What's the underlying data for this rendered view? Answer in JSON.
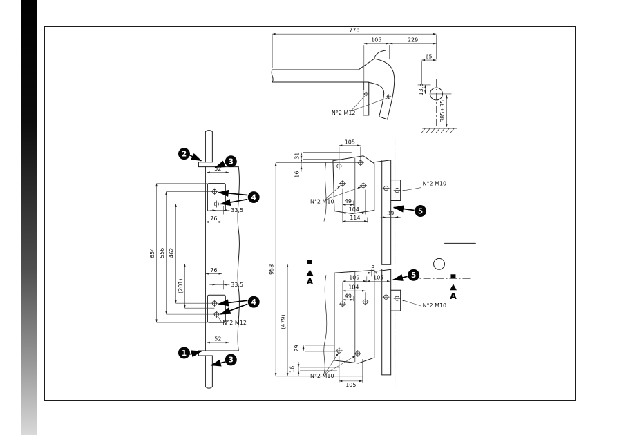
{
  "page": {
    "bg": "#ffffff",
    "frame_border": "#1b1b1b"
  },
  "strip": {
    "top_color": "#000000",
    "bottom_color": "#d9d9d9"
  },
  "callouts": {
    "n1": "1",
    "n2": "2",
    "n3": "3",
    "n4": "4",
    "n5": "5"
  },
  "section_label": "A",
  "top_view": {
    "d778": "778",
    "d105": "105",
    "d229": "229",
    "d65": "65",
    "d13_5": "13,5",
    "d385": "385±35",
    "bolt_label": "N°2 M12"
  },
  "left_view": {
    "d52_top": "52",
    "d33_5_top": "33,5",
    "d76_top": "76",
    "d76_bot": "76",
    "d33_5_bot": "33,5",
    "d52_bot": "52",
    "d654": "654",
    "d556": "556",
    "d462": "462",
    "d201": "(201)",
    "bolt_label": "N°2 M12"
  },
  "center_view": {
    "d958": "958",
    "d479": "(479)",
    "d105_top": "105",
    "d31": "31",
    "d16_top": "16",
    "d49_top": "49",
    "d104_top": "104",
    "d114": "114",
    "d39": "39",
    "d5": "5",
    "d109": "109",
    "d105_mid": "105",
    "d104_bot": "104",
    "d49_bot": "49",
    "d29": "29",
    "d16_bot": "16",
    "d105_bot": "105",
    "bolt_label_top_left": "N°2 M10",
    "bolt_label_top_right": "N°2 M10",
    "bolt_label_bot_left": "N°2 M10",
    "bolt_label_bot_right": "N°2 M10"
  }
}
